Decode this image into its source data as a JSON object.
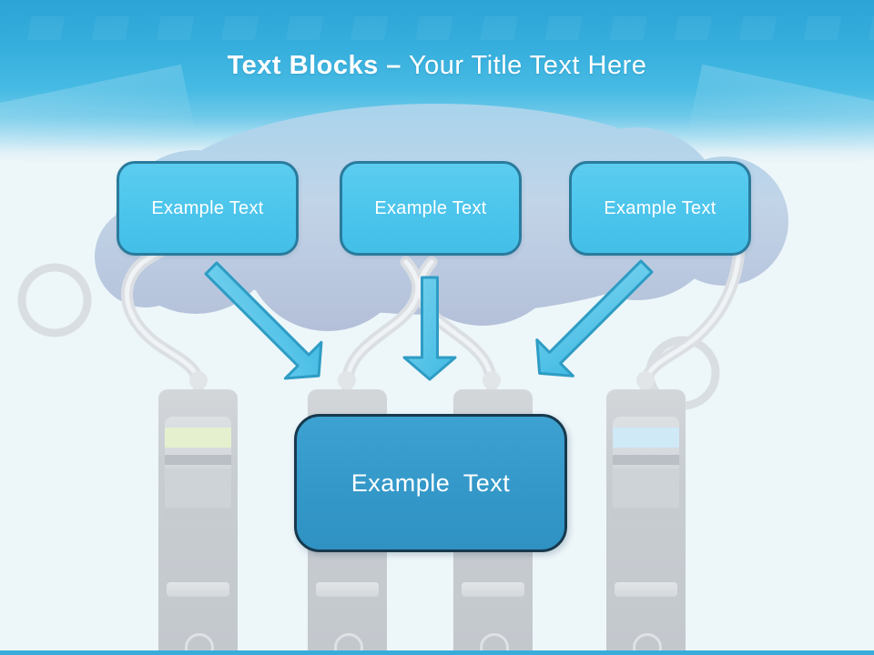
{
  "header": {
    "title_bold": "Text Blocks –",
    "title_regular": "Your Title Text Here"
  },
  "blocks": [
    {
      "label": "Example Text"
    },
    {
      "label": "Example Text"
    },
    {
      "label": "Example Text"
    }
  ],
  "result_block": {
    "label": "Example Text"
  },
  "graphics": {
    "cloud_icon": "cloud-shape",
    "outline_clouds": [
      "outline-cloud-left",
      "outline-cloud-right"
    ],
    "cables": [
      "cable-1",
      "cable-2",
      "cable-3",
      "cable-4"
    ],
    "servers": [
      "server-tower",
      "server-tower",
      "server-tower",
      "server-tower"
    ],
    "arrows": [
      "arrow-down-right",
      "arrow-down",
      "arrow-down-left"
    ]
  },
  "colors": {
    "header_top": "#2CA4D6",
    "header_fade": "#AADEF1",
    "background": "#EDF6F9",
    "block_fill": "#4AC4EB",
    "block_border": "#2A7B9D",
    "result_fill": "#3397C8",
    "result_border": "#17394E",
    "arrow_fill": "#55C6EA",
    "arrow_border": "#2E9CC4",
    "cloud_top": "#A8D4EC",
    "cloud_bottom": "#B3BFD8",
    "server_body": "#C8CDD2",
    "server_strip_green": "#E4F0CE",
    "server_strip_blue": "#CFE9F7",
    "cable": "#DBDFE3",
    "bottom_bar": "#39ADD9",
    "title_text": "#FFFFFF"
  }
}
